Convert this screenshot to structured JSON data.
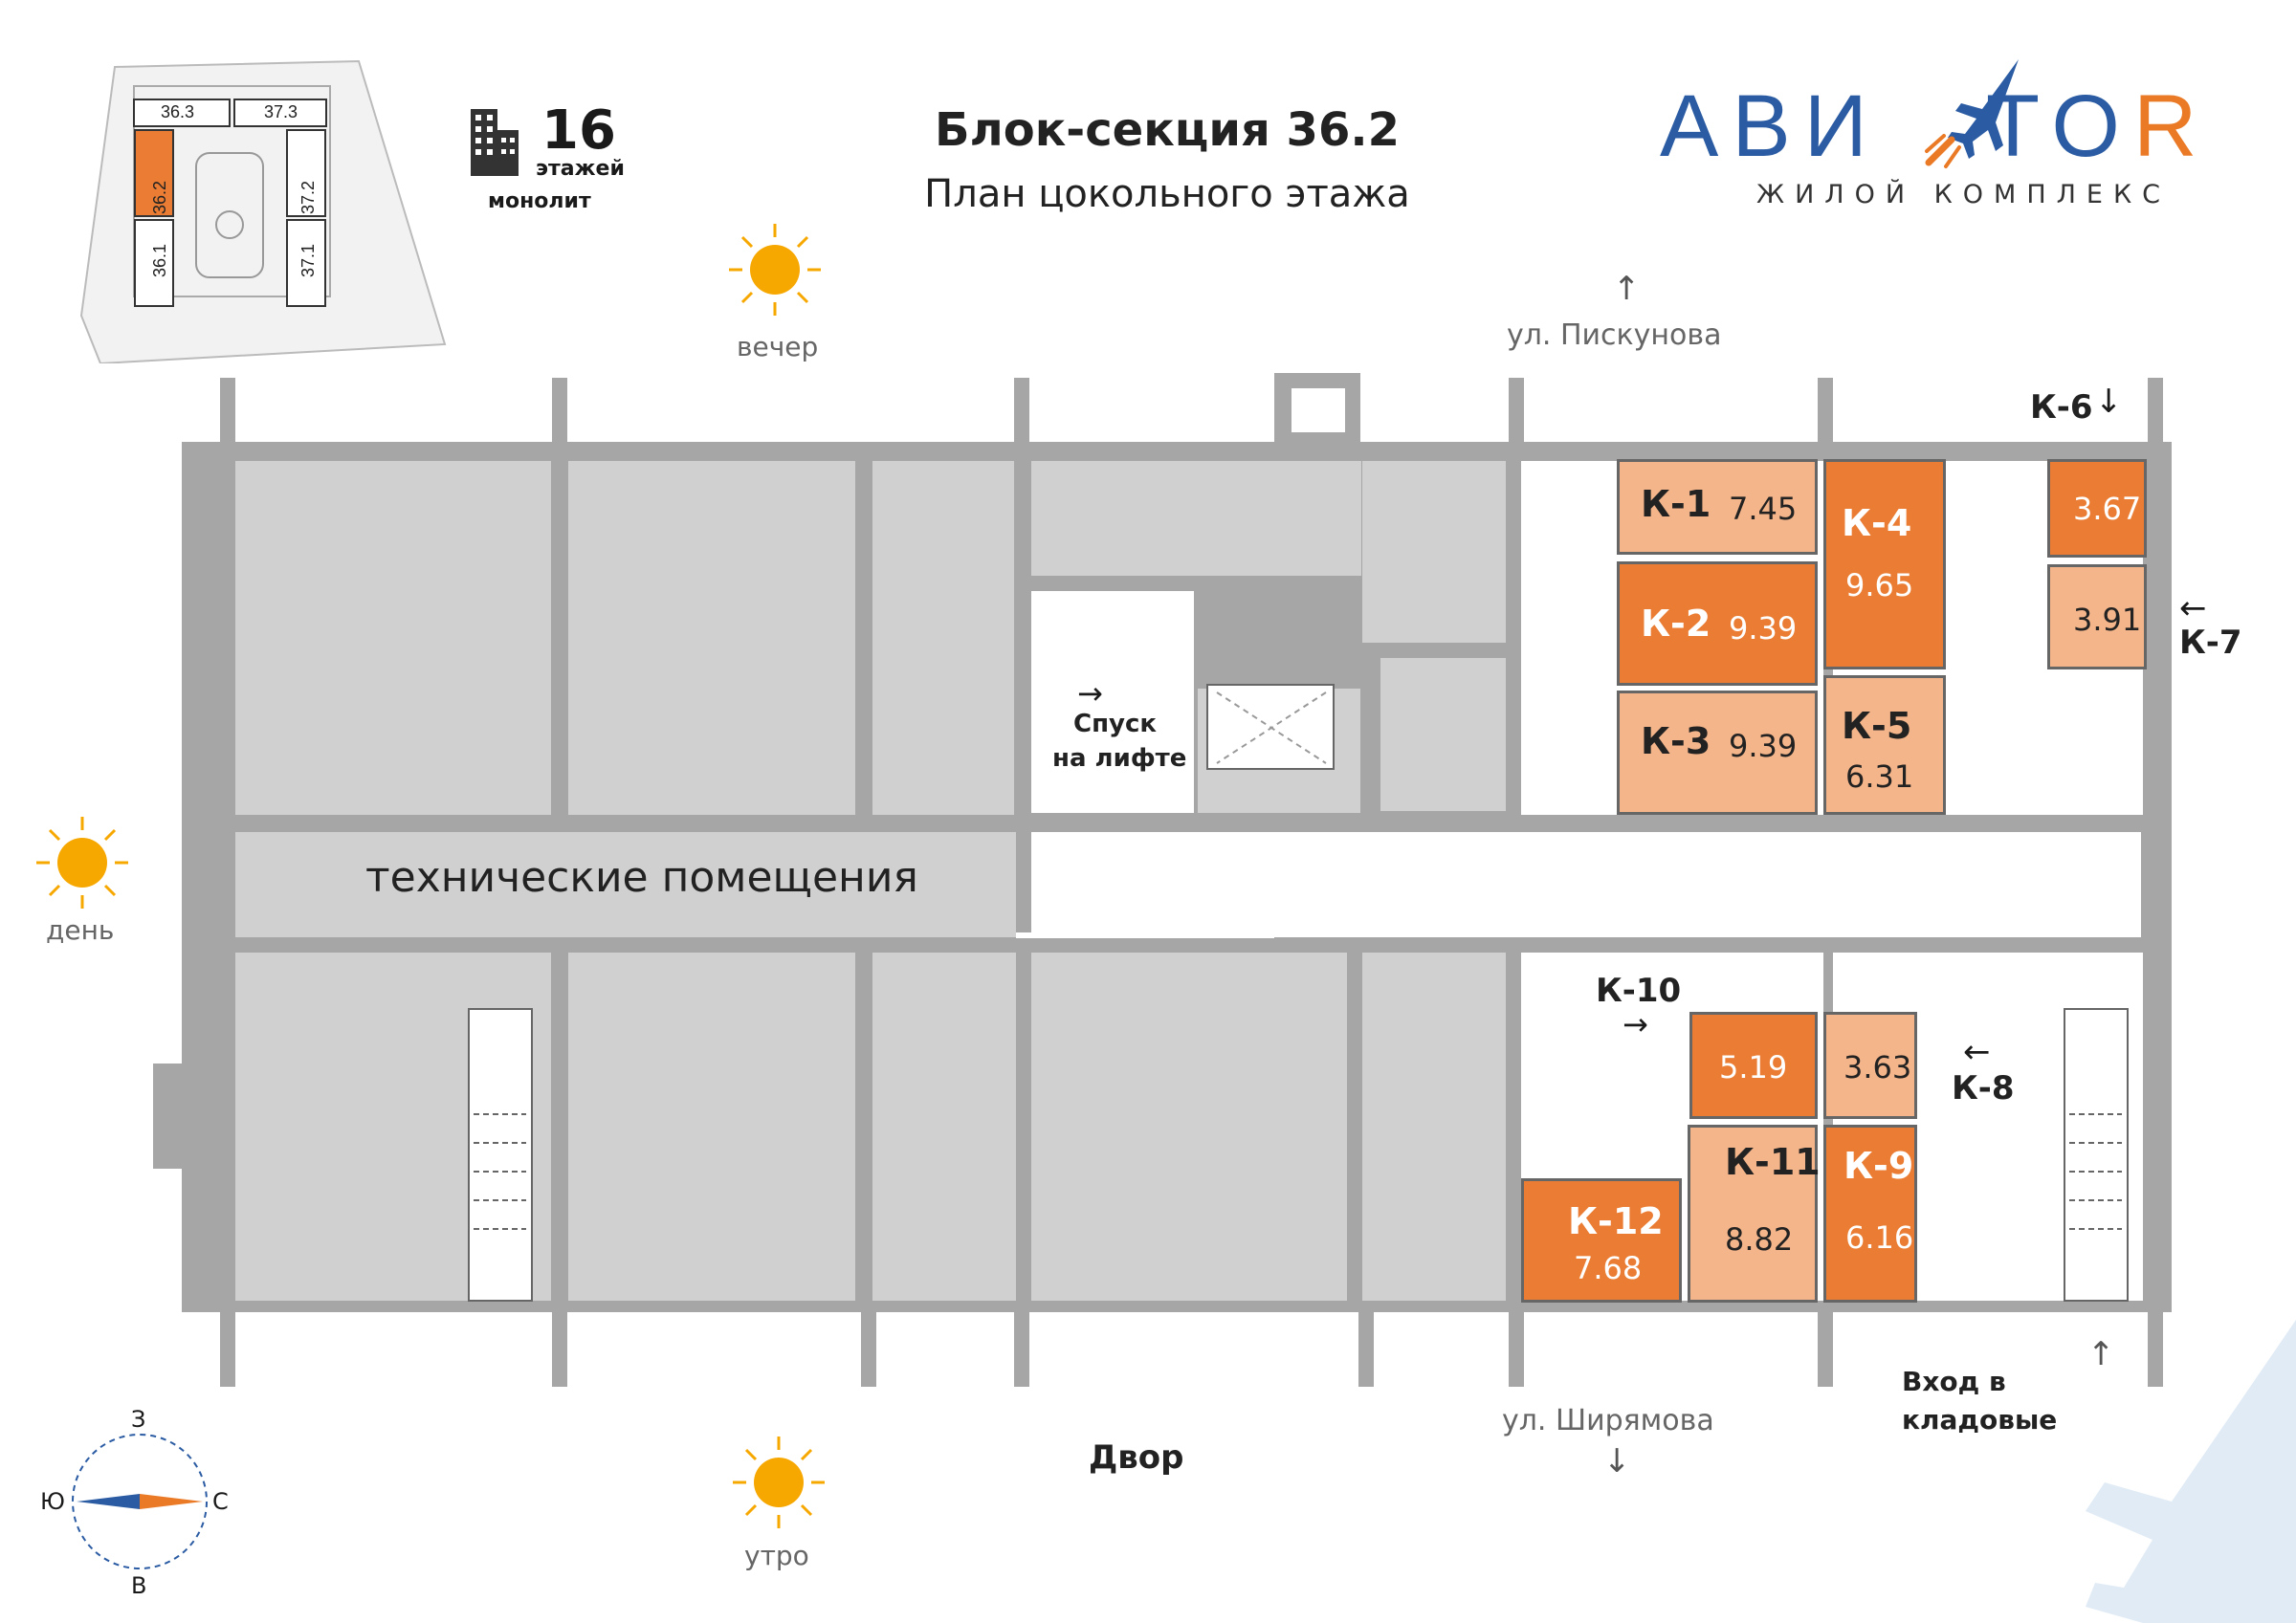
{
  "header": {
    "title": "Блок-секция 36.2",
    "subtitle": "План цокольного этажа"
  },
  "brand": {
    "logo_left": "АВИ",
    "logo_right_a": "TO",
    "logo_right_b": "R",
    "tagline": "ЖИЛОЙ КОМПЛЕКС",
    "colors": {
      "blue": "#2a5ba3",
      "orange": "#ea7a26"
    }
  },
  "building": {
    "floors": "16",
    "floors_label": "этажей",
    "type": "монолит",
    "icon": "building-icon"
  },
  "site_plan": {
    "sections": [
      "36.3",
      "37.3",
      "36.2",
      "37.2",
      "36.1",
      "37.1"
    ],
    "highlighted": "36.2"
  },
  "orientation": {
    "sun_evening": "вечер",
    "sun_day": "день",
    "sun_morning": "утро",
    "compass": {
      "n": "З",
      "w": "Ю",
      "e": "С",
      "s": "В"
    }
  },
  "streets": {
    "top": "ул. Пискунова",
    "bottom": "ул. Ширямова"
  },
  "labels": {
    "yard": "Двор",
    "lift_line1": "Спуск",
    "lift_line2": "на лифте",
    "entrance_line1": "Вход в",
    "entrance_line2": "кладовые",
    "technical": "технические помещения",
    "k6": "К-6",
    "k7": "К-7",
    "k8": "К-8",
    "k10": "К-10"
  },
  "rooms": [
    {
      "id": "k1",
      "name": "К-1",
      "area": "7.45",
      "tone": "light"
    },
    {
      "id": "k2",
      "name": "К-2",
      "area": "9.39",
      "tone": "dark"
    },
    {
      "id": "k3",
      "name": "К-3",
      "area": "9.39",
      "tone": "light"
    },
    {
      "id": "k4",
      "name": "К-4",
      "area": "9.65",
      "tone": "dark"
    },
    {
      "id": "k5",
      "name": "К-5",
      "area": "6.31",
      "tone": "light"
    },
    {
      "id": "k6",
      "name": "",
      "area": "3.67",
      "tone": "dark"
    },
    {
      "id": "k7",
      "name": "",
      "area": "3.91",
      "tone": "light"
    },
    {
      "id": "k8",
      "name": "",
      "area": "3.63",
      "tone": "light"
    },
    {
      "id": "k9",
      "name": "К-9",
      "area": "6.16",
      "tone": "dark"
    },
    {
      "id": "k10",
      "name": "",
      "area": "5.19",
      "tone": "dark"
    },
    {
      "id": "k11",
      "name": "К-11",
      "area": "8.82",
      "tone": "light"
    },
    {
      "id": "k12",
      "name": "К-12",
      "area": "7.68",
      "tone": "dark"
    }
  ],
  "palette": {
    "room_dark": "#ea7d33",
    "room_light": "#f5b58a",
    "wall": "#a6a6a6",
    "tech_area": "#d0d0d0",
    "sun": "#f7a800"
  }
}
